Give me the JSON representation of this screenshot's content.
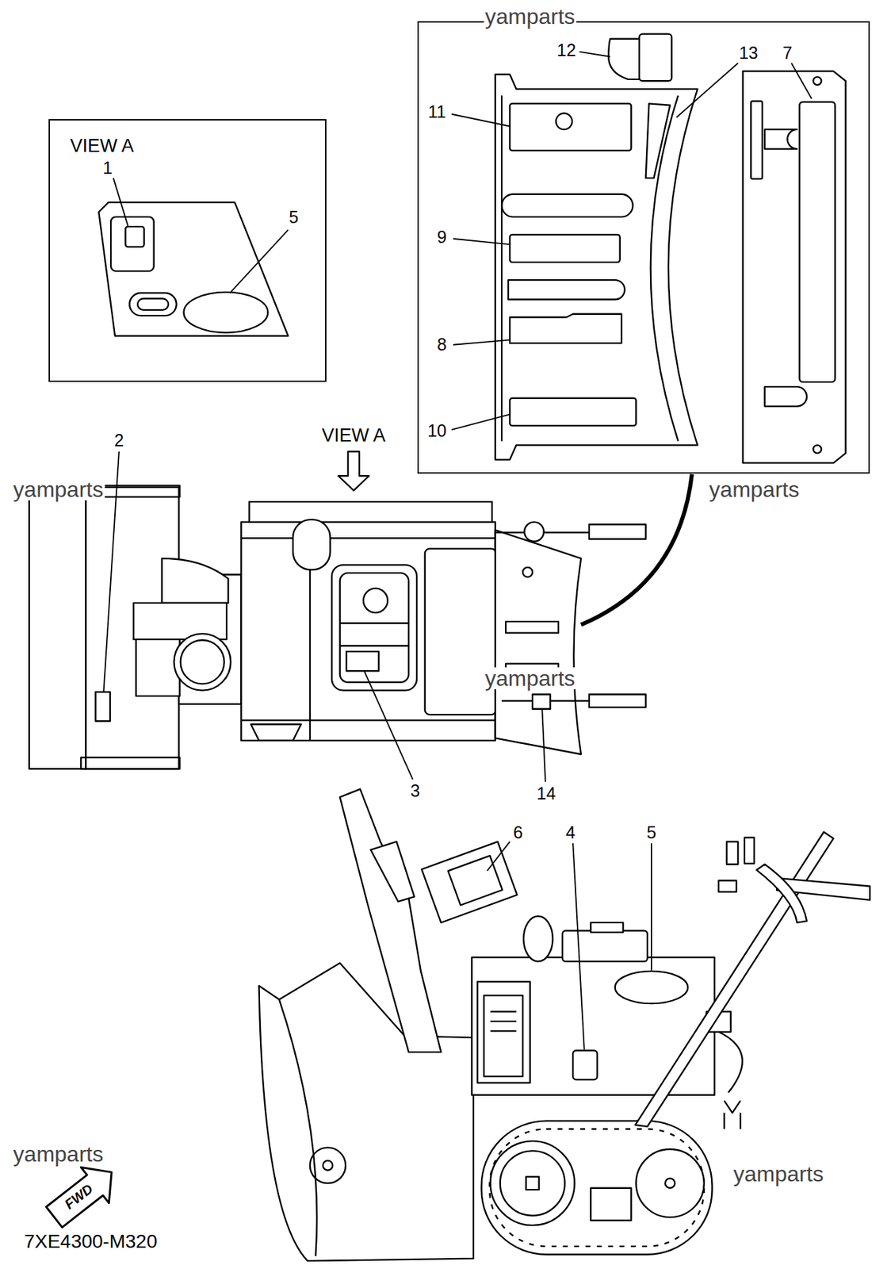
{
  "diagram": {
    "nodes": [
      {
        "text": [
          "VIEW A",
          "1",
          "5"
        ]
      },
      {
        "text": [
          "12",
          "13",
          "7",
          "11",
          "9",
          "8",
          "10"
        ]
      }
    ],
    "labels": [
      "yamparts",
      "yamparts",
      "yamparts",
      "2",
      "VIEW A",
      "yamparts",
      "3",
      "14",
      "6",
      "4",
      "5",
      "yamparts",
      "yamparts",
      "FWD",
      "7XE4300-M320"
    ]
  }
}
